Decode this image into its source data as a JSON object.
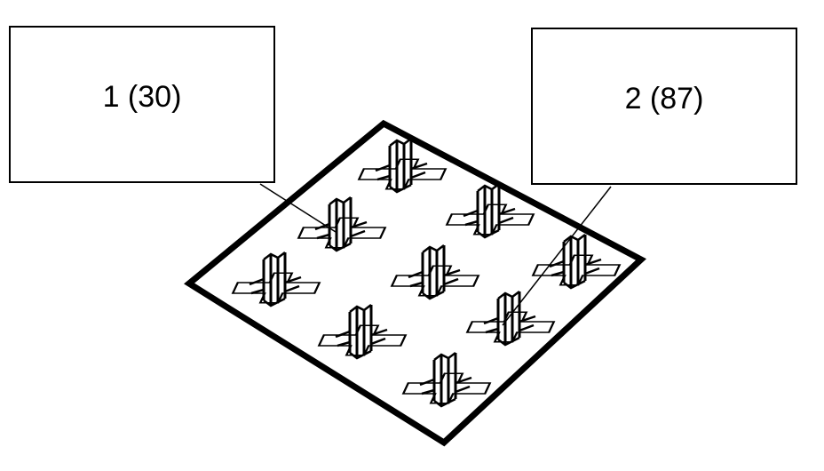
{
  "callouts": [
    {
      "id": "1",
      "label": "1 (30)"
    },
    {
      "id": "2",
      "label": "2 (87)"
    }
  ],
  "colors": {
    "line": "#000000",
    "background": "#ffffff"
  }
}
